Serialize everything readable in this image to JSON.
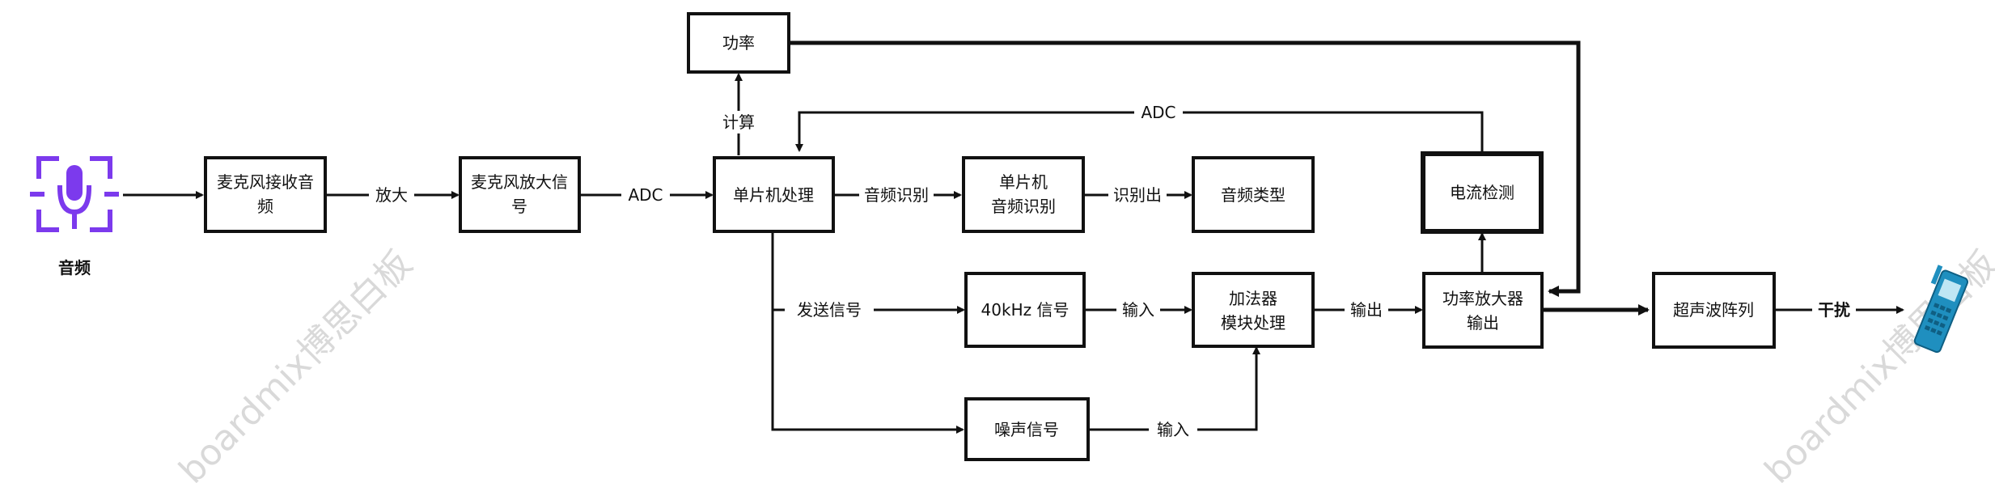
{
  "nodes": {
    "mic_recv": [
      "麦克风接收音",
      "频"
    ],
    "mic_amp": [
      "麦克风放大信",
      "号"
    ],
    "mcu": [
      "单片机处理"
    ],
    "power": [
      "功率"
    ],
    "mcu_audio": [
      "单片机",
      "音频识别"
    ],
    "audio_type": [
      "音频类型"
    ],
    "current_detect": [
      "电流检测"
    ],
    "sig_40k": [
      "40kHz 信号"
    ],
    "adder": [
      "加法器",
      "模块处理"
    ],
    "pa_out": [
      "功率放大器",
      "输出"
    ],
    "ultra": [
      "超声波阵列"
    ],
    "noise": [
      "噪声信号"
    ]
  },
  "edges": {
    "amplify": "放大",
    "adc1": "ADC",
    "compute": "计算",
    "adc_fb": "ADC",
    "audio_recog": "音频识别",
    "recognize": "识别出",
    "send_sig": "发送信号",
    "input1": "输入",
    "output1": "输出",
    "jam": "干扰",
    "input2": "输入"
  },
  "icons": {
    "audio_label": "音频",
    "mic_color": "#7c3aed",
    "phone_color": "#1f8fbf"
  },
  "watermark": "boardmix博思白板"
}
